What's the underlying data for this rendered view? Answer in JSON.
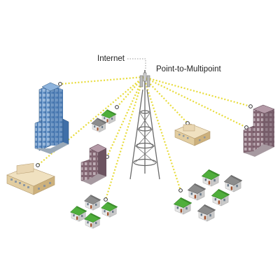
{
  "labels": {
    "internet": "Internet",
    "point_to_multipoint": "Point-to-Multipoint"
  },
  "colors": {
    "link": "#e8dc3a",
    "tower": "#666666",
    "roof_green": "#4fae3b",
    "glass_blue": "#5f8ec7",
    "brick": "#8a6c78",
    "cream": "#e9d6b2"
  },
  "nodes": [
    {
      "id": "skyscraper-blue",
      "icon": "skyscraper-icon"
    },
    {
      "id": "houses-small-cluster",
      "icon": "house-cluster-icon"
    },
    {
      "id": "low-office-left",
      "icon": "office-building-icon"
    },
    {
      "id": "apartment-tower-mid",
      "icon": "apartment-tower-icon"
    },
    {
      "id": "houses-bottom-left",
      "icon": "house-cluster-icon"
    },
    {
      "id": "low-office-right",
      "icon": "office-building-icon"
    },
    {
      "id": "apartment-tower-right",
      "icon": "apartment-tower-icon"
    },
    {
      "id": "houses-bottom-right",
      "icon": "house-cluster-icon"
    }
  ]
}
